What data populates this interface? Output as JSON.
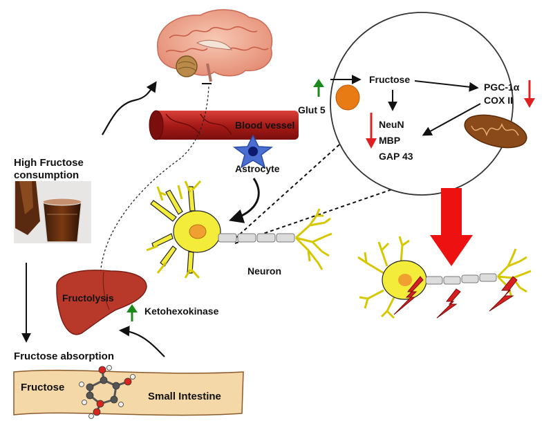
{
  "labels": {
    "high_fructose_line1": "High Fructose",
    "high_fructose_line2": "consumption",
    "blood_vessel": "Blood vessel",
    "astrocyte": "Astrocyte",
    "glut5": "Glut 5",
    "fructose_cell": "Fructose",
    "pgc1a": "PGC-1α",
    "cox2": "COX II",
    "neun": "NeuN",
    "mbp": "MBP",
    "gap43": "GAP 43",
    "neuron": "Neuron",
    "fructolysis": "Fructolysis",
    "ketohexokinase": "Ketohexokinase",
    "fructose_absorption": "Fructose absorption",
    "intestine_fructose": "Fructose",
    "small_intestine": "Small Intestine"
  },
  "colors": {
    "up_arrow": "#1a8a1a",
    "down_arrow": "#e02020",
    "big_arrow": "#ee1111",
    "neuron_body": "#f3ec3a",
    "neuron_nucleus": "#f0a030",
    "glut5_transporter": "#e87b14",
    "astrocyte_star": "#4a6fd0",
    "liver": "#b8392a",
    "intestine": "#f4d8a8",
    "blood_vessel": "#b5221f"
  },
  "indicators": {
    "glut5": "up",
    "ketohexokinase": "up",
    "pgc1a_cox2": "down",
    "neun_mbp_gap43": "down"
  }
}
